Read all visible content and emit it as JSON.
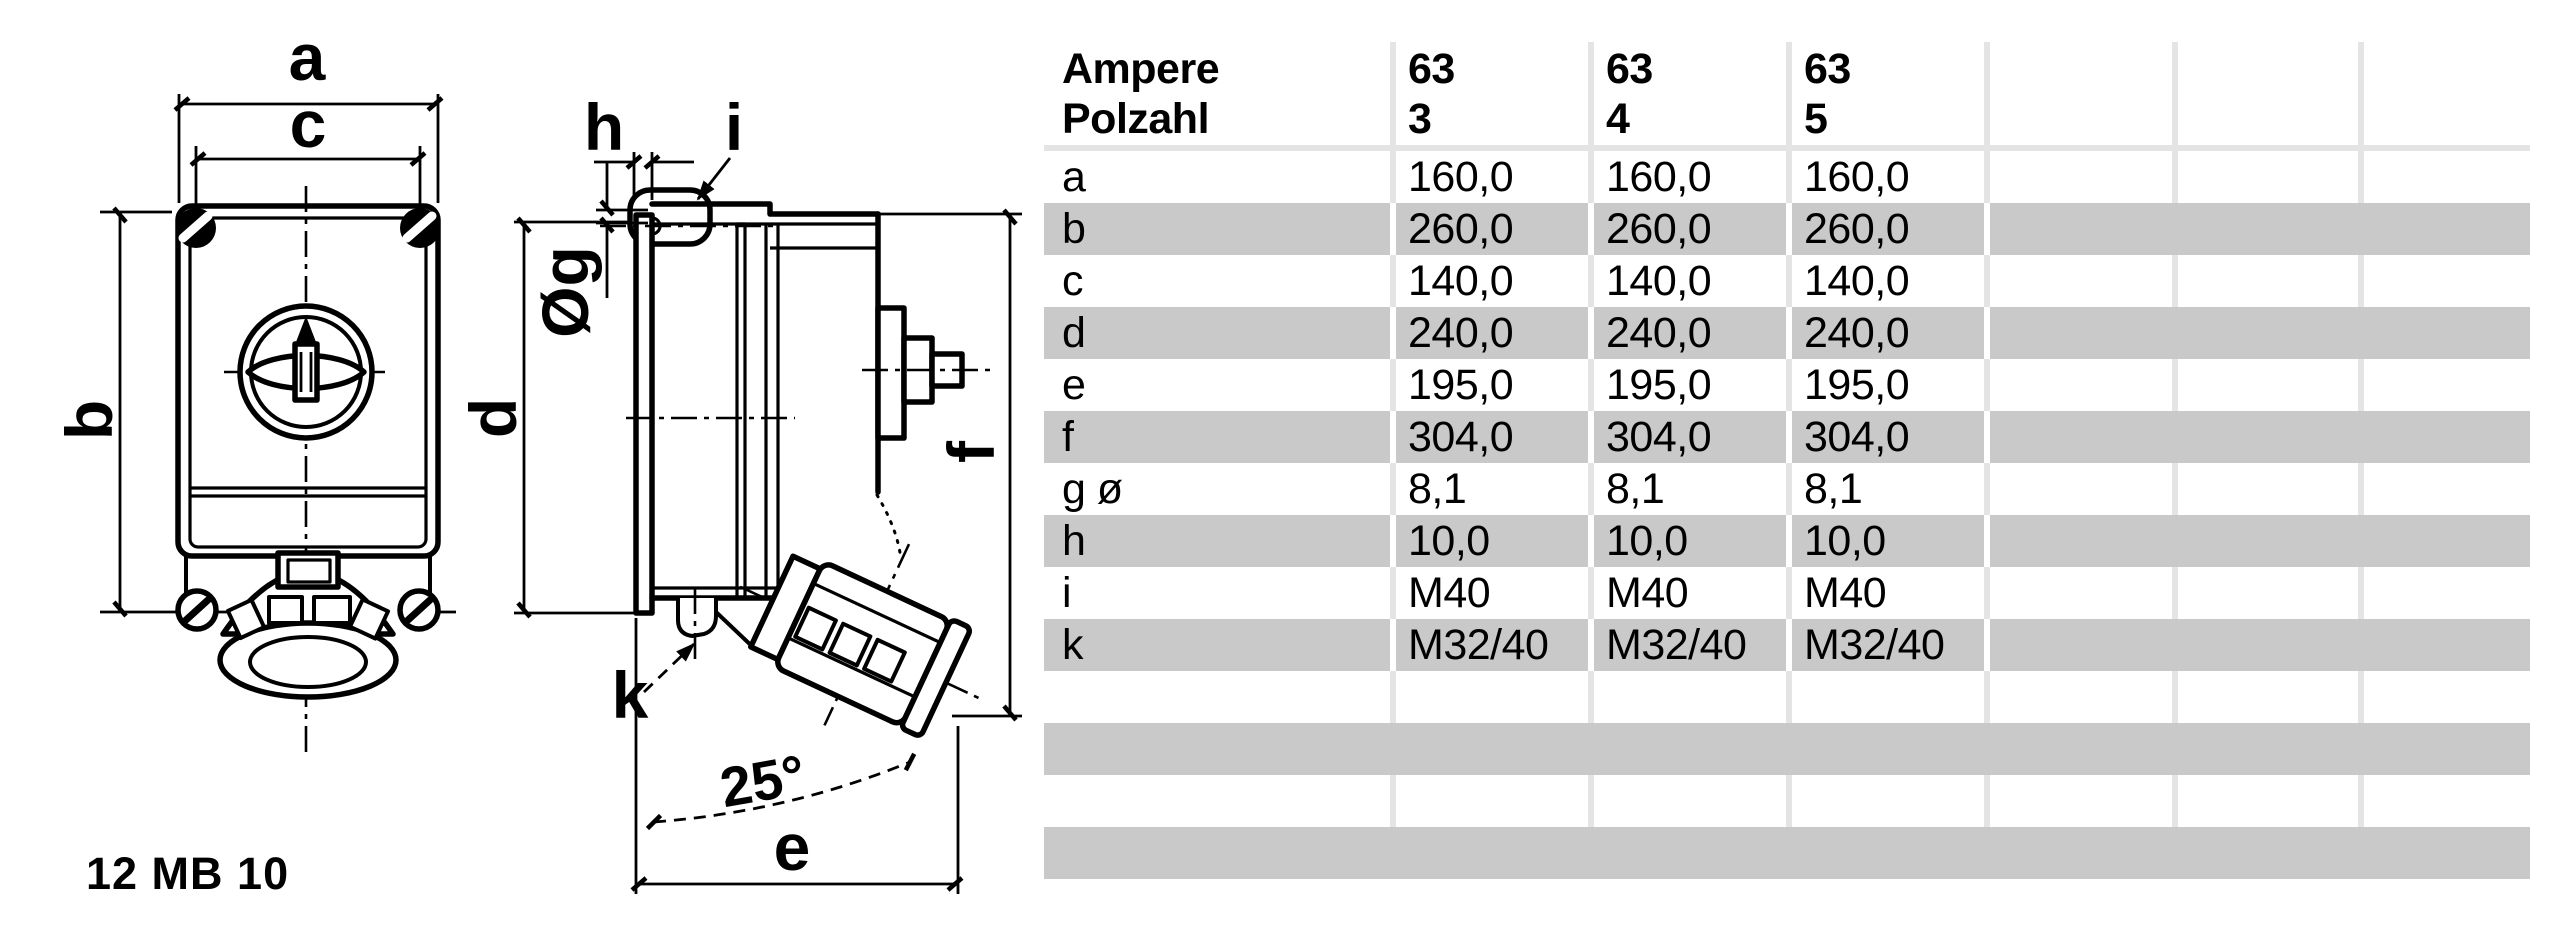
{
  "part_number": "12 MB 10",
  "drawing": {
    "front_view": {
      "label_a": "a",
      "label_c": "c",
      "label_b": "b"
    },
    "side_view": {
      "label_h": "h",
      "label_i": "i",
      "label_g": "Øg",
      "label_d": "d",
      "label_f": "f",
      "label_k": "k",
      "label_angle": "25°",
      "label_e": "e"
    }
  },
  "table": {
    "header": {
      "row1_label": "Ampere",
      "row2_label": "Polzahl",
      "columns": [
        {
          "ampere": "63",
          "poles": "3"
        },
        {
          "ampere": "63",
          "poles": "4"
        },
        {
          "ampere": "63",
          "poles": "5"
        }
      ]
    },
    "rows": [
      {
        "label": "a",
        "values": [
          "160,0",
          "160,0",
          "160,0"
        ]
      },
      {
        "label": "b",
        "values": [
          "260,0",
          "260,0",
          "260,0"
        ]
      },
      {
        "label": "c",
        "values": [
          "140,0",
          "140,0",
          "140,0"
        ]
      },
      {
        "label": "d",
        "values": [
          "240,0",
          "240,0",
          "240,0"
        ]
      },
      {
        "label": "e",
        "values": [
          "195,0",
          "195,0",
          "195,0"
        ]
      },
      {
        "label": "f",
        "values": [
          "304,0",
          "304,0",
          "304,0"
        ]
      },
      {
        "label": "g ø",
        "values": [
          "8,1",
          "8,1",
          "8,1"
        ]
      },
      {
        "label": "h",
        "values": [
          "10,0",
          "10,0",
          "10,0"
        ]
      },
      {
        "label": "i",
        "values": [
          "M40",
          "M40",
          "M40"
        ]
      },
      {
        "label": "k",
        "values": [
          "M32/40",
          "M32/40",
          "M32/40"
        ]
      }
    ],
    "empty_rows": 4,
    "colors": {
      "gray_row": "#c9c9c9",
      "grid_line": "#e4e4e4"
    }
  }
}
